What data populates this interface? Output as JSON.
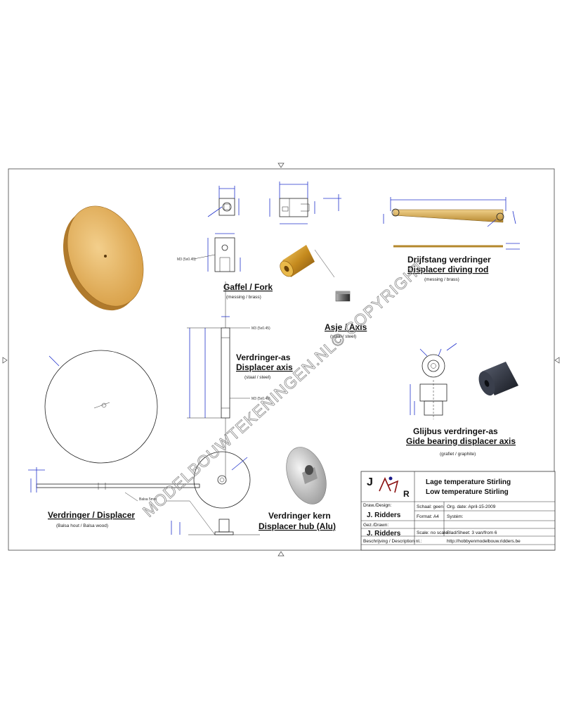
{
  "parts": {
    "fork": {
      "title": "Gaffel / Fork",
      "material": "(messing / brass)"
    },
    "axle": {
      "title": "Asje / Axis",
      "material": "(staal / steel)"
    },
    "rod": {
      "title_nl": "Drijfstang verdringer",
      "title_en": "Displacer diving rod",
      "material": "(messing / brass)"
    },
    "disp_axis": {
      "title_nl": "Verdringer-as",
      "title_en": "Displacer axis",
      "material": "(staal / steel)"
    },
    "glide": {
      "title_nl": "Glijbus verdringer-as",
      "title_en": "Gide bearing displacer  axis",
      "material": "(grafiet / graphite)"
    },
    "displacer": {
      "title": "Verdringer / Displacer",
      "material": "(Balsa hout / Balsa wood)"
    },
    "hub": {
      "title_nl": "Verdringer kern",
      "title_en": "Displacer hub (Alu)"
    }
  },
  "notes": {
    "note_fork": "M3 (5x0.45)",
    "note_axis_top": "M3 (5x0.45)",
    "note_axis_bottom": "M3 (5x0.45)",
    "note_balsa": "Balsa 5mm",
    "watermark": "MODELBOUWTEKENINGEN.NL© COPYRIGHT"
  },
  "title_block": {
    "logo_j": "J",
    "logo_r": "R",
    "title_nl": "Lage temperature Stirling",
    "title_en": "Low temperature Stirling",
    "draw_design_label": "Draw./Design:",
    "draw_design_name": "J. Ridders",
    "gez_drawn_label": "Gez./Drawn:",
    "gez_drawn_name": "J. Ridders",
    "schaal": "Schaal: geen",
    "scale": "Scale: no scale",
    "format": "Format: A4",
    "orig_date": "Org. date: April-15-2009",
    "system": "Systém:",
    "sheet": "Blad/Sheet: 3 van/from 6",
    "description": "Beschrijving / Description nl.:",
    "url": "http://hobbyenmodelbouw.ridders.be"
  },
  "colors": {
    "dimension_line": "#2233cc",
    "brass": "#d4a437",
    "balsa": "#e5b25f",
    "graphite": "#2a2e38"
  }
}
